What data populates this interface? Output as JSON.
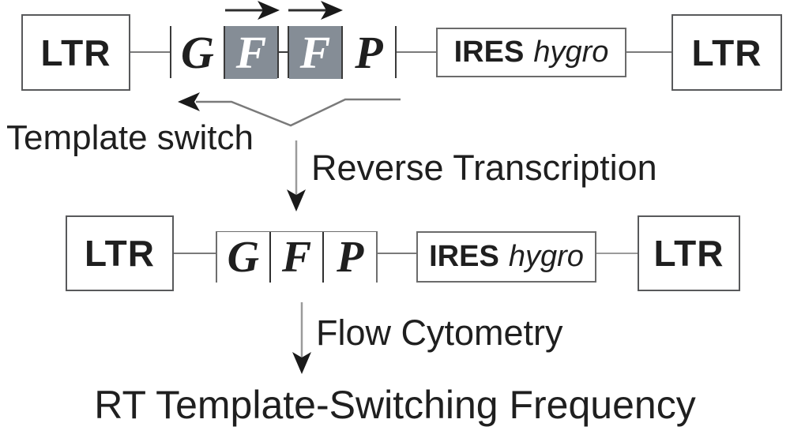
{
  "top_construct": {
    "ltr_left": "LTR",
    "segments": [
      {
        "label": "G",
        "shaded": false
      },
      {
        "label": "F",
        "shaded": true
      },
      {
        "label": "F",
        "shaded": true
      },
      {
        "label": "P",
        "shaded": false
      }
    ],
    "ires_bold": "IRES",
    "ires_italic": "hygro",
    "ltr_right": "LTR"
  },
  "bottom_construct": {
    "ltr_left": "LTR",
    "segments": [
      {
        "label": "G"
      },
      {
        "label": "F"
      },
      {
        "label": "P"
      }
    ],
    "ires_bold": "IRES",
    "ires_italic": "hygro",
    "ltr_right": "LTR"
  },
  "labels": {
    "template_switch": "Template switch",
    "reverse_transcription": "Reverse Transcription",
    "flow_cytometry": "Flow Cytometry",
    "result": "RT Template-Switching Frequency"
  },
  "colors": {
    "background": "#ffffff",
    "shaded_segment_fill": "#858d96",
    "shaded_segment_text": "#ffffff",
    "ltr_box_border": "#58595b",
    "segment_border": "#3a3a3a",
    "connector_line": "#7a7a7a",
    "arrow_shaft_gray": "#9b9b9b",
    "arrowhead_black": "#1a1a1a",
    "text": "#1f1f1f"
  }
}
